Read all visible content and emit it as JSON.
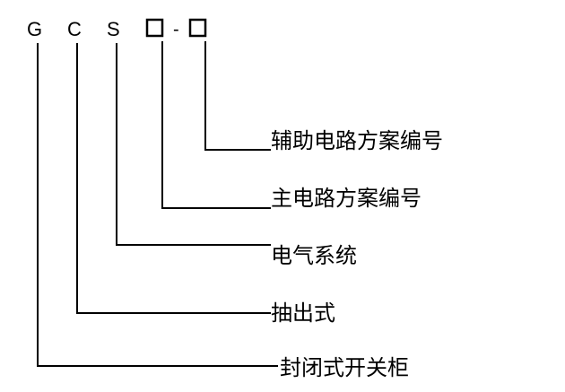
{
  "model_code": {
    "letters": [
      "G",
      "C",
      "S"
    ],
    "separator": "-"
  },
  "labels": {
    "aux_circuit": "辅助电路方案编号",
    "main_circuit": "主电路方案编号",
    "electrical_system": "电气系统",
    "draw_out": "抽出式",
    "enclosed_switchgear": "封闭式开关柜"
  },
  "colors": {
    "line": "#000000",
    "text": "#000000",
    "background": "#ffffff"
  }
}
